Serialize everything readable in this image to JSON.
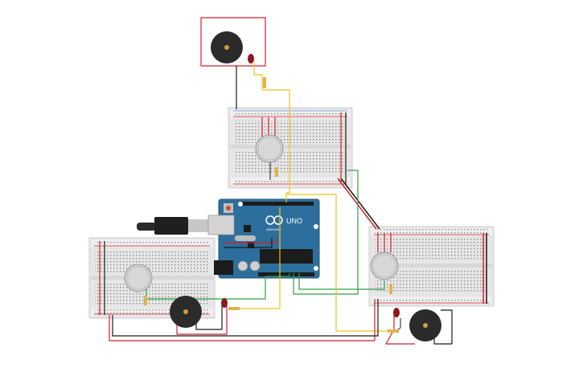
{
  "arduino": {
    "model_label": "UNO",
    "brand_label": "ARDUINO"
  },
  "colors": {
    "wire_red": "#d11f2b",
    "wire_black": "#1a1a1a",
    "wire_yellow": "#f0c419",
    "wire_green": "#2ea043",
    "board_blue": "#2d6f9c",
    "breadboard": "#e6e6e6",
    "sensor": "#cfcfcf",
    "buzzer": "#2b2b2b",
    "led": "#8b1a1a"
  },
  "components": {
    "breadboards": [
      "top-breadboard",
      "left-breadboard",
      "right-breadboard"
    ],
    "sensors": [
      "top-sensor",
      "left-sensor",
      "right-sensor"
    ],
    "buzzers": [
      "top-buzzer",
      "left-buzzer",
      "right-buzzer"
    ],
    "leds": [
      "top-led",
      "left-led",
      "right-led"
    ]
  }
}
